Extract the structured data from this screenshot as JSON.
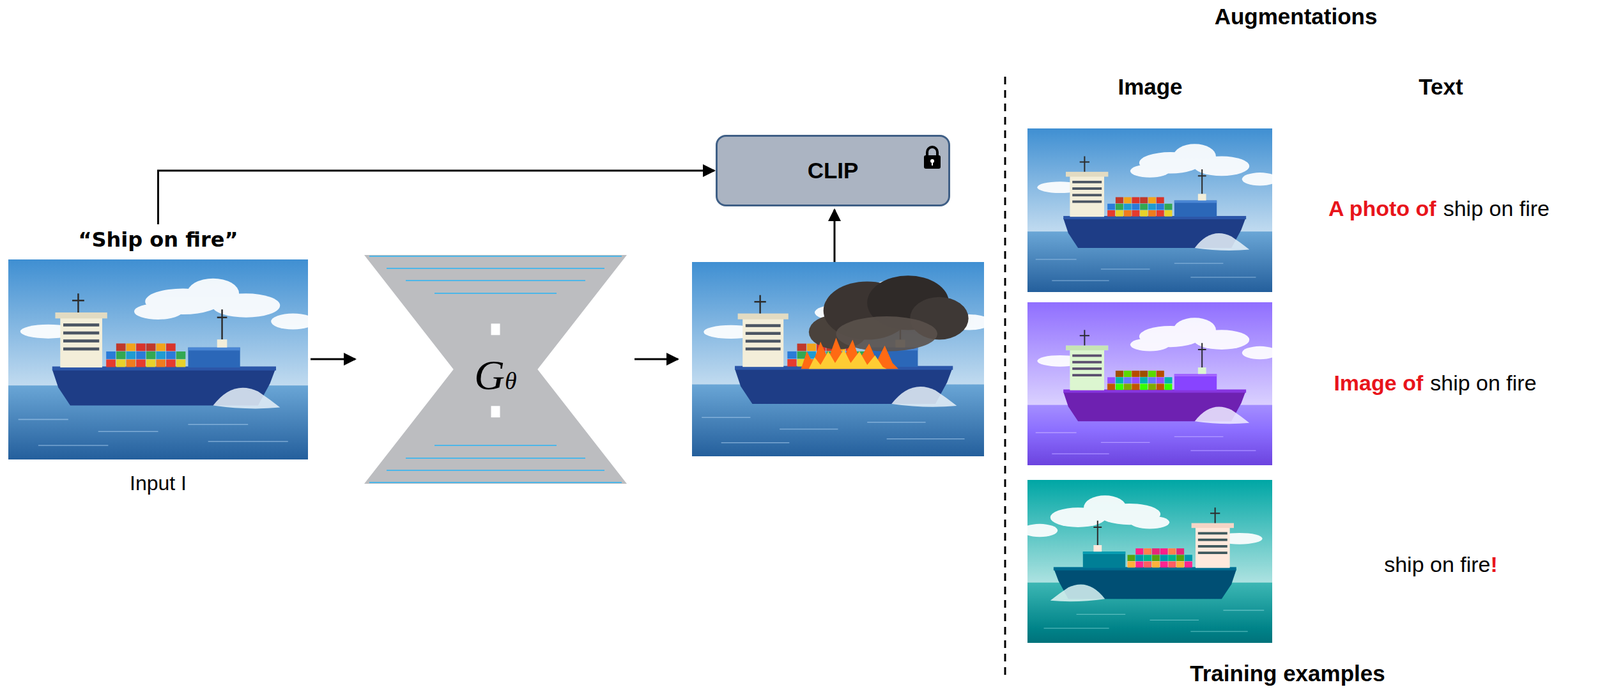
{
  "diagram": {
    "nodes": [
      {
        "text": [
          "“Ship on fire”",
          "Input I"
        ]
      },
      {
        "text": [
          "Gθ"
        ]
      },
      {
        "text": [
          "CLIP"
        ]
      }
    ],
    "edges": [
      {
        "from": 0,
        "to": 1,
        "arrow": "to"
      },
      {
        "from": 0,
        "to": 2,
        "arrow": "to"
      }
    ],
    "labels": [
      "Augmentations",
      "Image",
      "Text",
      "A photo of",
      "ship on fire",
      "Image of",
      "ship on fire",
      "ship on fire",
      "!",
      "Training examples"
    ]
  }
}
